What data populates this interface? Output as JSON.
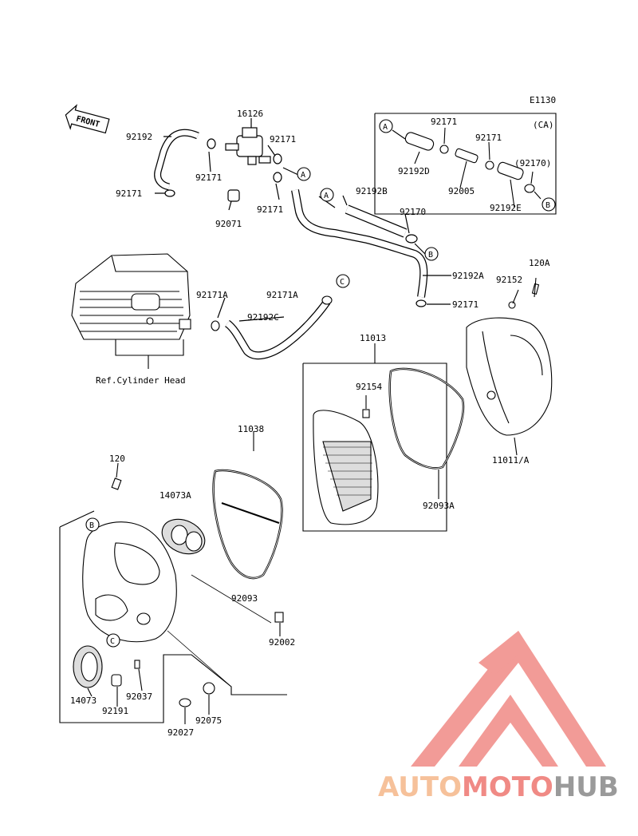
{
  "code": "E1130",
  "front_label": "FRONT",
  "ref_label": "Ref.Cylinder Head",
  "ca_label": "(CA)",
  "parts": {
    "p16126": "16126",
    "p92192": "92192",
    "p92171_a": "92171",
    "p92171_b": "92171",
    "p92171_c": "92171",
    "p92171_d": "92171",
    "p92071": "92071",
    "p92192B": "92192B",
    "p92170": "92170",
    "p92192A": "92192A",
    "p92171_e": "92171",
    "p92171A_1": "92171A",
    "p92171A_2": "92171A",
    "p92192C": "92192C",
    "p92171_ca1": "92171",
    "p92171_ca2": "92171",
    "p92192D": "92192D",
    "p92005": "92005",
    "p92170_paren": "(92170)",
    "p92192E": "92192E",
    "p120A": "120A",
    "p92152": "92152",
    "p11013": "11013",
    "p92154": "92154",
    "p11011A": "11011/A",
    "p92093A": "92093A",
    "p11038": "11038",
    "p120": "120",
    "p14073A": "14073A",
    "p92093": "92093",
    "p92002": "92002",
    "p14073": "14073",
    "p92037": "92037",
    "p92191": "92191",
    "p92027": "92027",
    "p92075": "92075"
  },
  "markers": {
    "A": "A",
    "B": "B",
    "C": "C"
  },
  "watermark": {
    "part1": "AUTO",
    "part2": "MOTO",
    "part3": "HUB"
  },
  "colors": {
    "line": "#000000",
    "watermark_red": "#f08a85",
    "watermark_orange": "#f6c19a",
    "watermark_gray": "#9a9a9a"
  }
}
